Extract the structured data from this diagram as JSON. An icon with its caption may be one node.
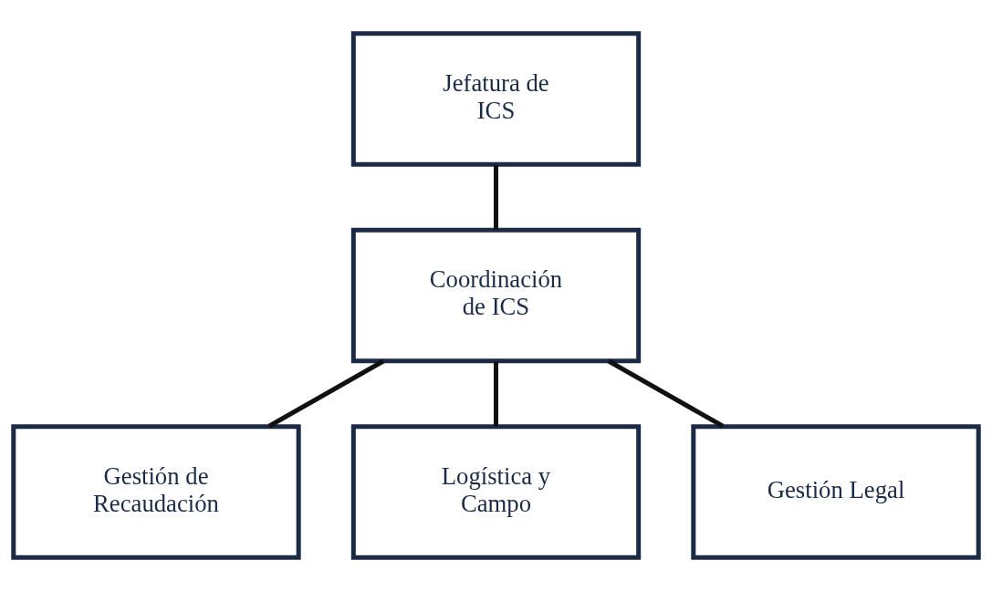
{
  "diagram": {
    "nodes": [
      {
        "text": [
          "Jefatura de ICS"
        ]
      },
      {
        "text": [
          "Coordinación de ICS"
        ]
      },
      {
        "text": [
          "Gestión de Recaudación"
        ]
      },
      {
        "text": [
          "Logística y Campo"
        ]
      },
      {
        "text": [
          "Gestión Legal"
        ]
      }
    ],
    "edges": [
      {
        "from": 0,
        "to": 1,
        "arrow": "none"
      },
      {
        "from": 1,
        "to": 2,
        "arrow": "none"
      },
      {
        "from": 1,
        "to": 3,
        "arrow": "none"
      },
      {
        "from": 1,
        "to": 4,
        "arrow": "none"
      }
    ]
  }
}
